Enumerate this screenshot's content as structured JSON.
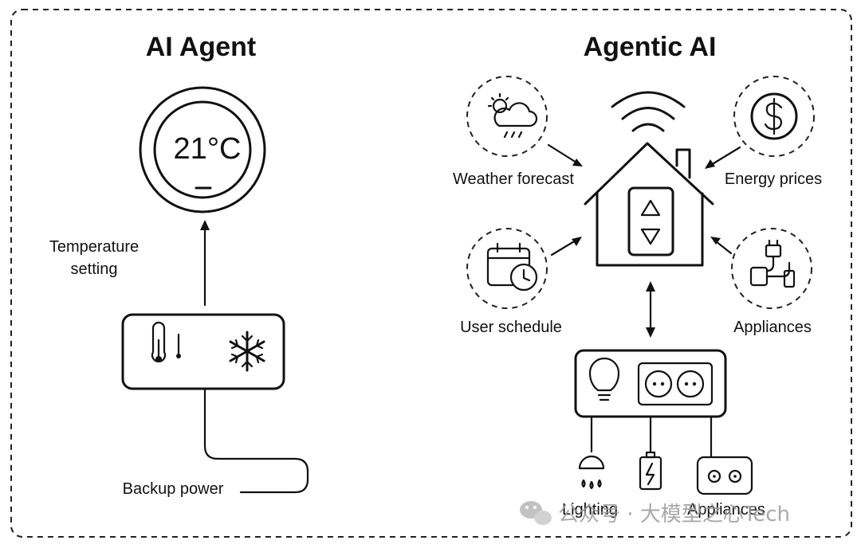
{
  "left": {
    "title": "AI Agent",
    "thermostat_display": "21°C",
    "temperature_label_line1": "Temperature",
    "temperature_label_line2": "setting",
    "backup_label": "Backup power"
  },
  "right": {
    "title": "Agentic AI",
    "inputs": {
      "weather": "Weather forecast",
      "energy": "Energy prices",
      "schedule": "User schedule",
      "appliances": "Appliances"
    },
    "outputs": {
      "lighting": "Lighting",
      "appliances": "Appliances"
    }
  },
  "watermark": {
    "text": "公众号 · 大模型之心Tech"
  },
  "icons": [
    "thermostat-icon",
    "thermometer-icon",
    "snowflake-icon",
    "wifi-icon",
    "house-icon",
    "up-down-control-icon",
    "weather-icon",
    "dollar-icon",
    "calendar-clock-icon",
    "plug-icon",
    "light-bulb-icon",
    "power-outlet-icon",
    "ceiling-lamp-icon",
    "battery-icon",
    "wechat-icon"
  ]
}
